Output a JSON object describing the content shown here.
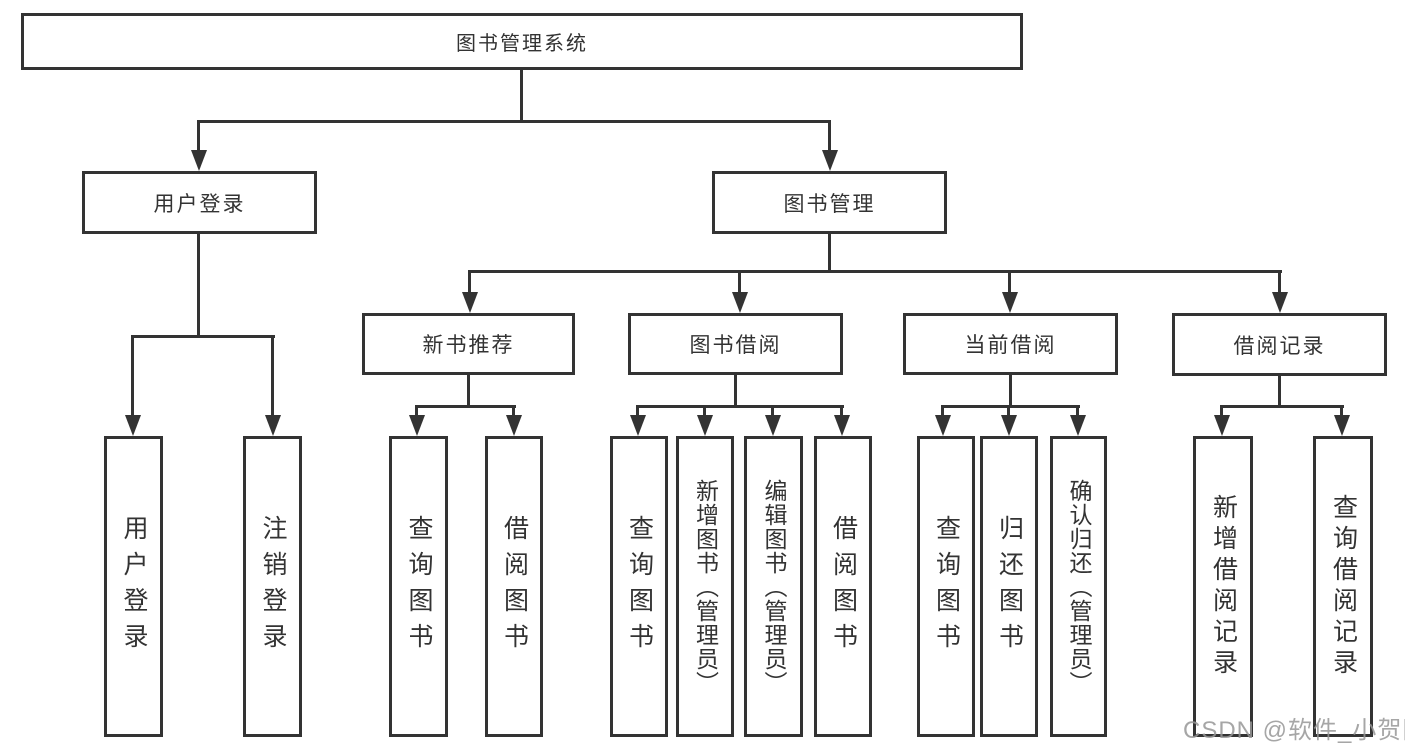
{
  "tree": {
    "label": "图书管理系统",
    "children": [
      {
        "label": "用户登录",
        "children": [
          {
            "label": "用户登录"
          },
          {
            "label": "注销登录"
          }
        ]
      },
      {
        "label": "图书管理",
        "children": [
          {
            "label": "新书推荐",
            "children": [
              {
                "label": "查询图书"
              },
              {
                "label": "借阅图书"
              }
            ]
          },
          {
            "label": "图书借阅",
            "children": [
              {
                "label": "查询图书"
              },
              {
                "label": "新增图书（管理员）"
              },
              {
                "label": "编辑图书（管理员）"
              },
              {
                "label": "借阅图书"
              }
            ]
          },
          {
            "label": "当前借阅",
            "children": [
              {
                "label": "查询图书"
              },
              {
                "label": "归还图书"
              },
              {
                "label": "确认归还（管理员）"
              }
            ]
          },
          {
            "label": "借阅记录",
            "children": [
              {
                "label": "新增借阅记录"
              },
              {
                "label": "查询借阅记录"
              }
            ]
          }
        ]
      }
    ]
  },
  "watermark": {
    "text": "CSDN @软件_小贺同学"
  },
  "colors": {
    "line": "#333333",
    "text": "#333333",
    "background": "#ffffff",
    "watermark": "#969696"
  }
}
